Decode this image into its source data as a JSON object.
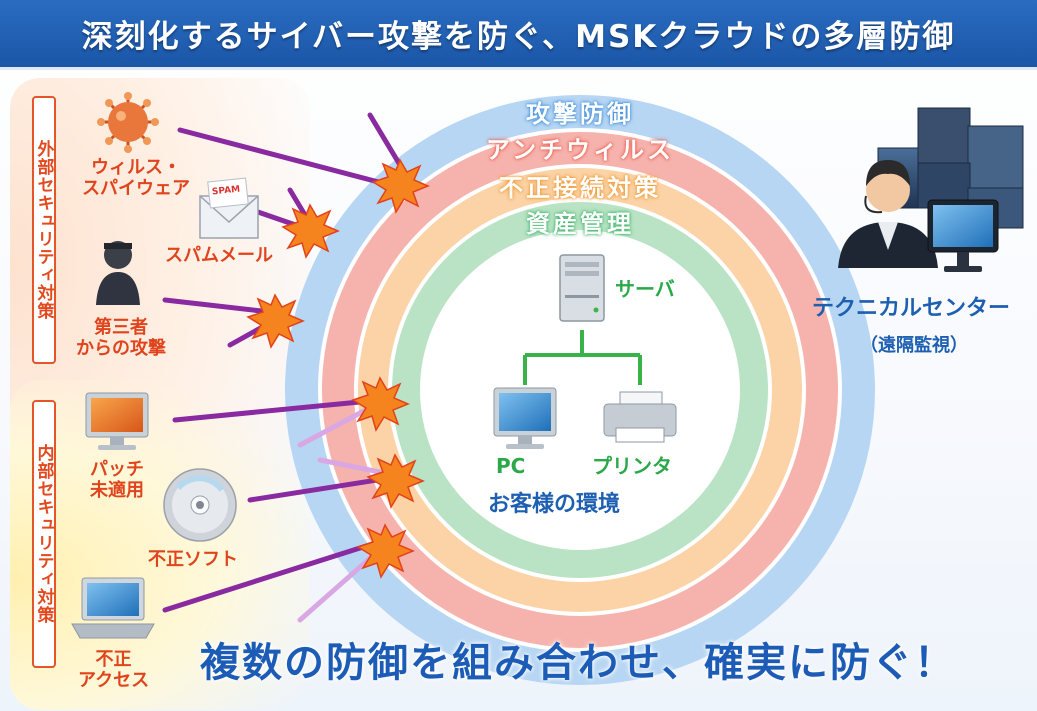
{
  "title": "深刻化するサイバー攻撃を防ぐ、MSKクラウドの多層防御",
  "categories": {
    "external": "外部セキュリティ対策",
    "internal": "内部セキュリティ対策"
  },
  "threats": {
    "virus": "ウィルス・\nスパイウェア",
    "spam": "スパムメール",
    "spam_stamp": "SPAM",
    "third_party": "第三者\nからの攻撃",
    "patch": "パッチ\n未適用",
    "illegal_soft": "不正ソフト",
    "illegal_access": "不正\nアクセス"
  },
  "layers": [
    {
      "label": "攻撃防御",
      "color": "#3d8bd9",
      "ring": "#b7d6f3"
    },
    {
      "label": "アンチウィルス",
      "color": "#ea5a4a",
      "ring": "#f6b3ad"
    },
    {
      "label": "不正接続対策",
      "color": "#f0962f",
      "ring": "#fbd3a6"
    },
    {
      "label": "資産管理",
      "color": "#3fb36a",
      "ring": "#b9e3c4"
    }
  ],
  "environment": {
    "server": "サーバ",
    "pc": "PC",
    "printer": "プリンタ",
    "caption": "お客様の環境"
  },
  "technical_center": {
    "name": "テクニカルセンター",
    "sub": "（遠隔監視）"
  },
  "slogan": "複数の防御を組み合わせ、確実に防ぐ！"
}
